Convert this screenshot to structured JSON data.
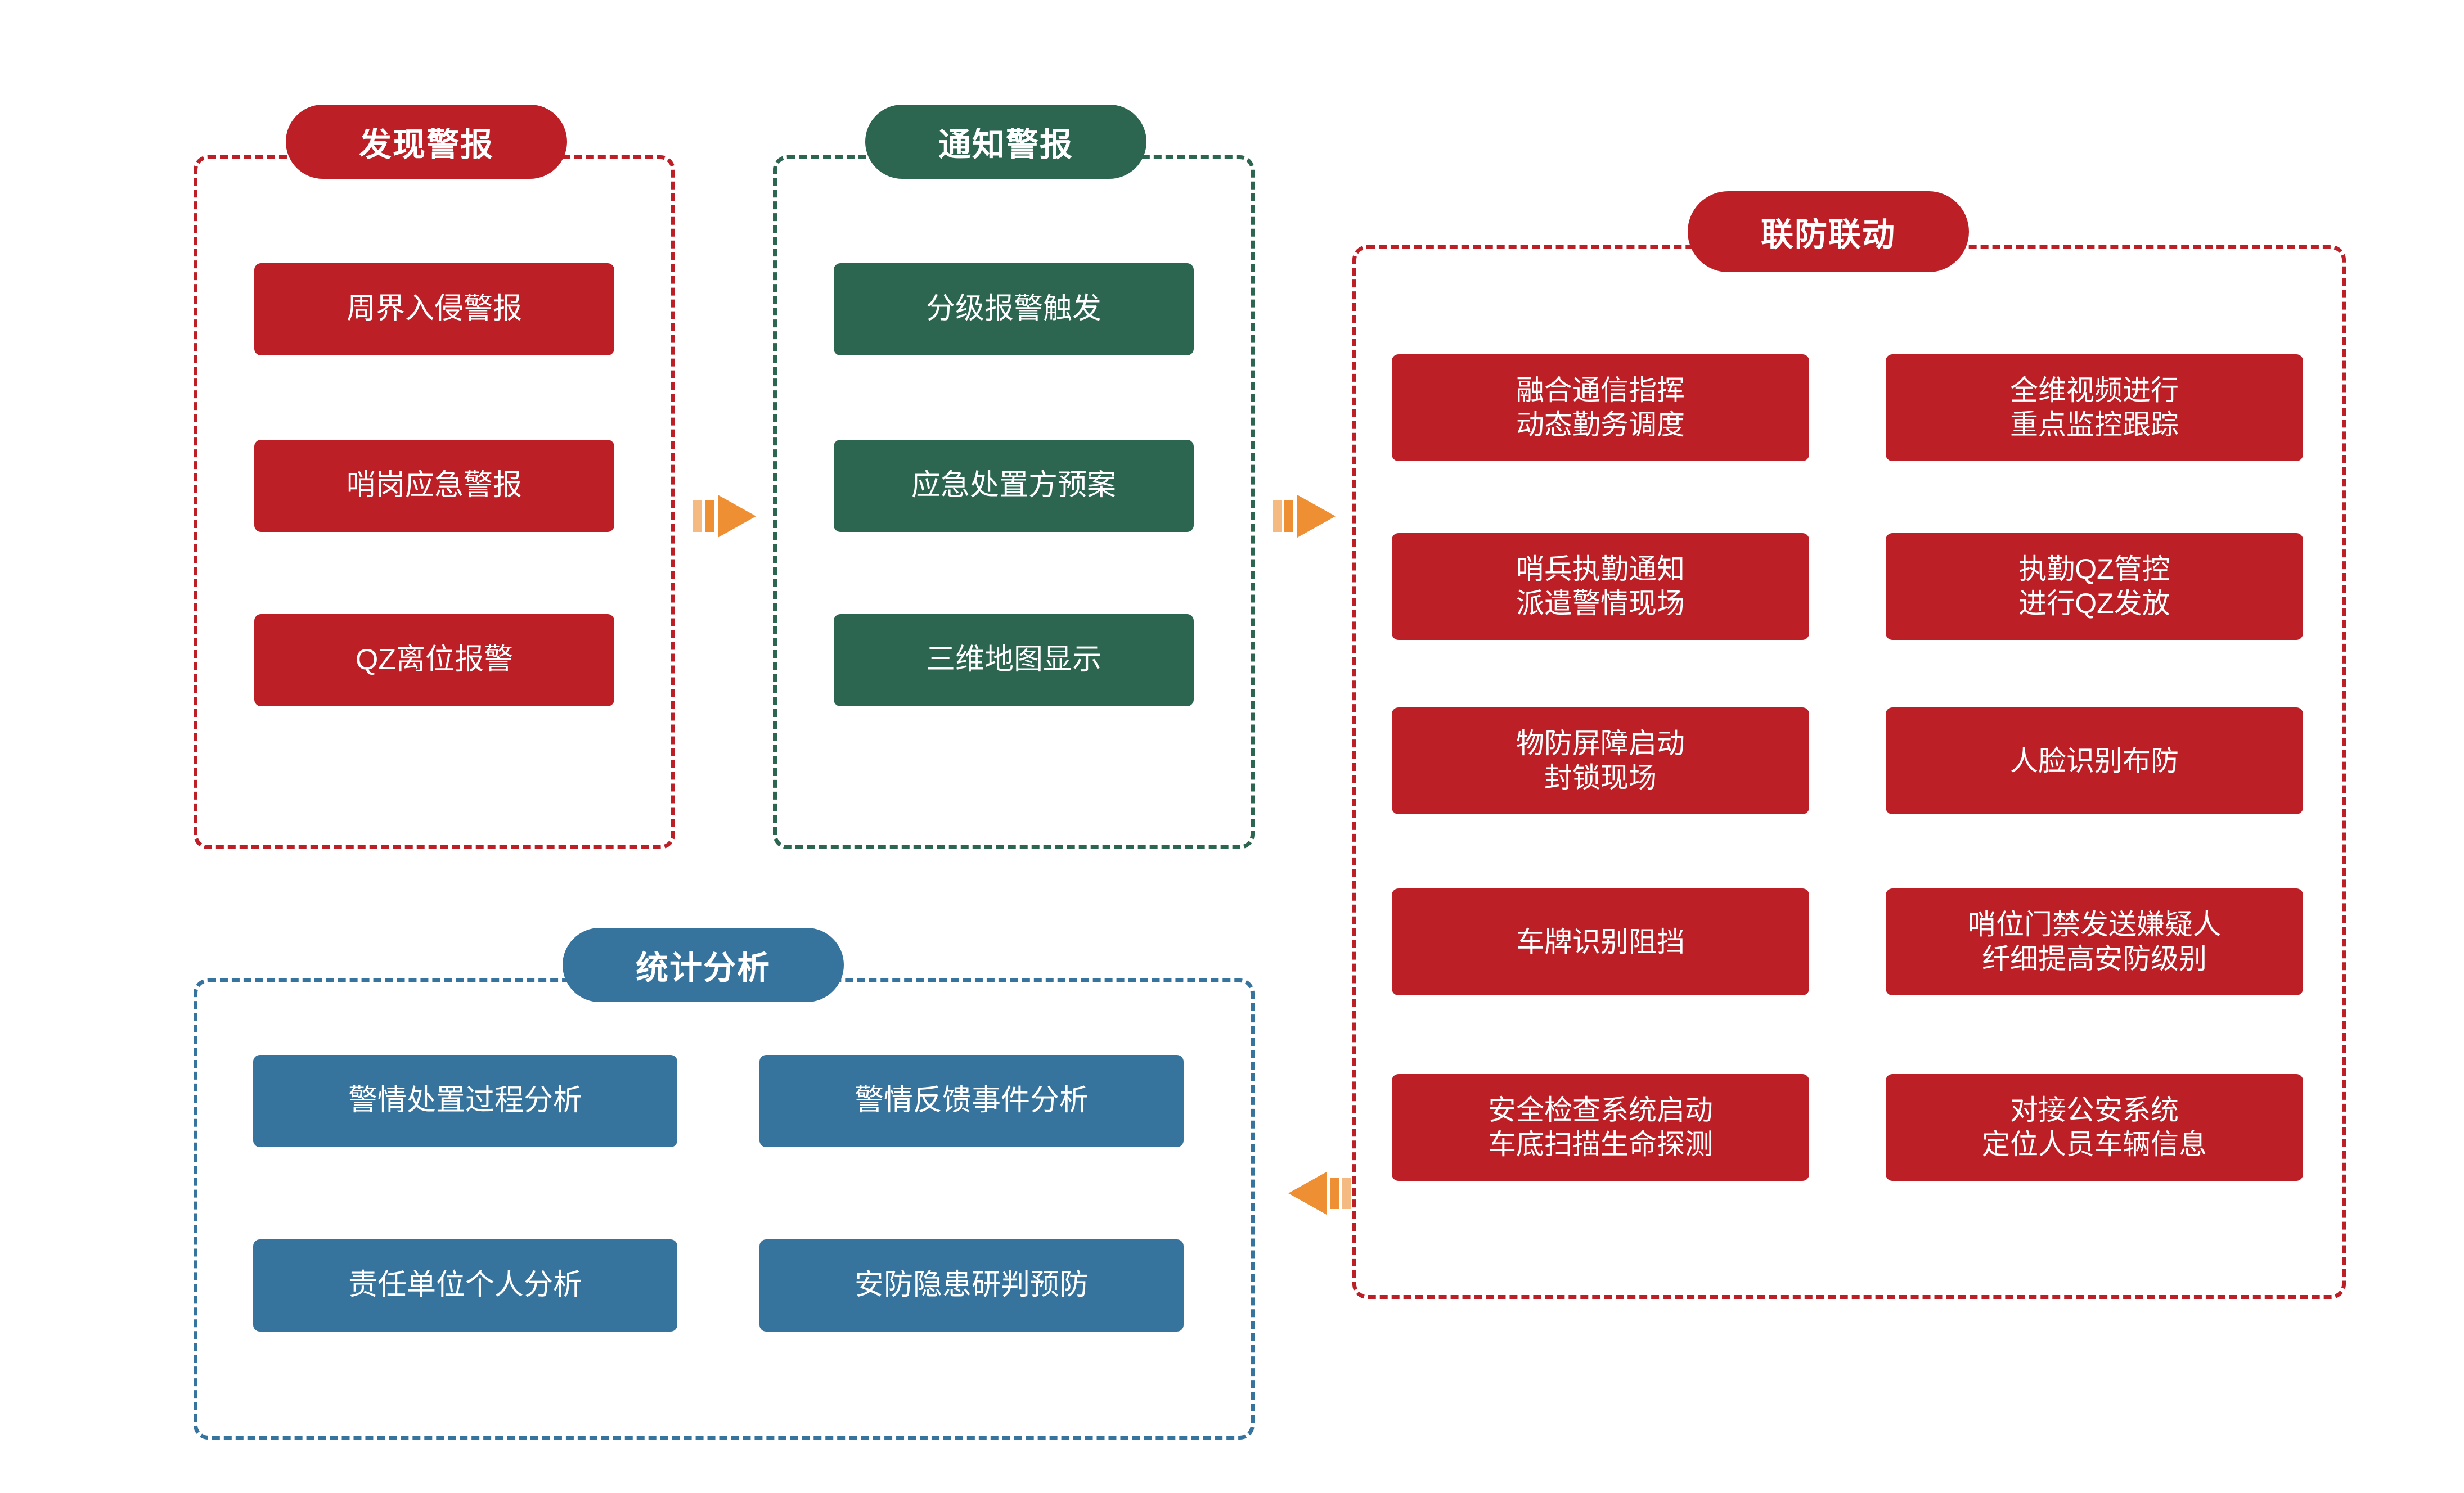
{
  "diagram": {
    "colors": {
      "red": "#BC2026",
      "green": "#2C6650",
      "blue": "#36749E",
      "orange": "#EF8F33",
      "background": "#FFFFFF",
      "text": "#FFFFFF"
    },
    "sections": [
      {
        "id": "discover-alarm",
        "title": "发现警报",
        "color": "red",
        "items": [
          {
            "lines": [
              "周界入侵警报"
            ]
          },
          {
            "lines": [
              "哨岗应急警报"
            ]
          },
          {
            "lines": [
              "QZ离位报警"
            ]
          }
        ]
      },
      {
        "id": "notify-alarm",
        "title": "通知警报",
        "color": "green",
        "items": [
          {
            "lines": [
              "分级报警触发"
            ]
          },
          {
            "lines": [
              "应急处置方预案"
            ]
          },
          {
            "lines": [
              "三维地图显示"
            ]
          }
        ]
      },
      {
        "id": "joint-defense",
        "title": "联防联动",
        "color": "red",
        "items": [
          {
            "lines": [
              "融合通信指挥",
              "动态勤务调度"
            ]
          },
          {
            "lines": [
              "全维视频进行",
              "重点监控跟踪"
            ]
          },
          {
            "lines": [
              "哨兵执勤通知",
              "派遣警情现场"
            ]
          },
          {
            "lines": [
              "执勤QZ管控",
              "进行QZ发放"
            ]
          },
          {
            "lines": [
              "物防屏障启动",
              "封锁现场"
            ]
          },
          {
            "lines": [
              "人脸识别布防"
            ]
          },
          {
            "lines": [
              "车牌识别阻挡"
            ]
          },
          {
            "lines": [
              "哨位门禁发送嫌疑人",
              "纤细提高安防级别"
            ]
          },
          {
            "lines": [
              "安全检查系统启动",
              "车底扫描生命探测"
            ]
          },
          {
            "lines": [
              "对接公安系统",
              "定位人员车辆信息"
            ]
          }
        ]
      },
      {
        "id": "statistical-analysis",
        "title": "统计分析",
        "color": "blue",
        "items": [
          {
            "lines": [
              "警情处置过程分析"
            ]
          },
          {
            "lines": [
              "警情反馈事件分析"
            ]
          },
          {
            "lines": [
              "责任单位个人分析"
            ]
          },
          {
            "lines": [
              "安防隐患研判预防"
            ]
          }
        ]
      }
    ],
    "arrows": [
      {
        "id": "arrow-discover-to-notify",
        "direction": "right"
      },
      {
        "id": "arrow-notify-to-joint",
        "direction": "right"
      },
      {
        "id": "arrow-joint-to-statistics",
        "direction": "left"
      }
    ]
  }
}
